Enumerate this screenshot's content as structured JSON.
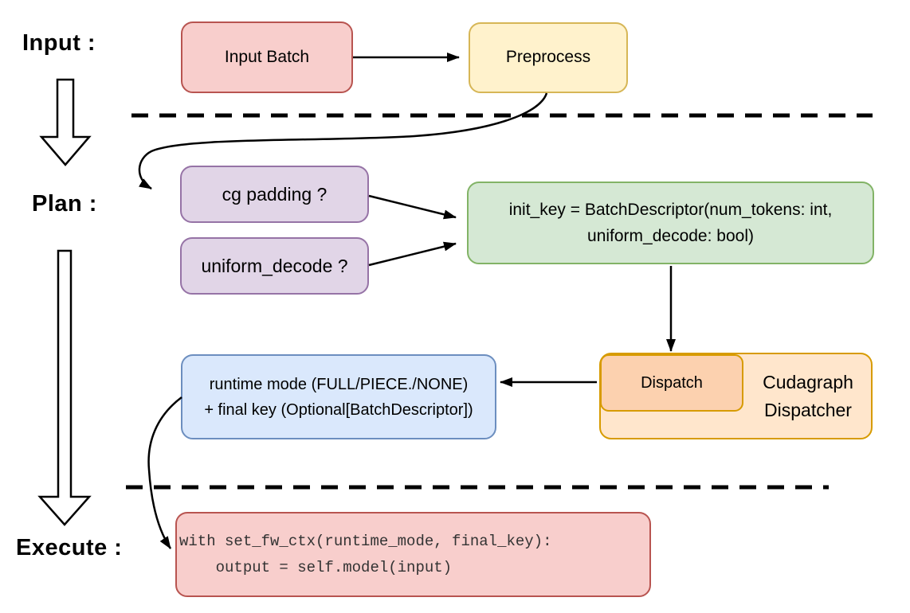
{
  "stages": {
    "input": "Input :",
    "plan": "Plan :",
    "execute": "Execute :"
  },
  "nodes": {
    "input_batch": {
      "label": "Input Batch",
      "fill": "#f8cecc",
      "stroke": "#b85450"
    },
    "preprocess": {
      "label": "Preprocess",
      "fill": "#fff2cc",
      "stroke": "#d6b656"
    },
    "cg_padding": {
      "label": "cg padding ?",
      "fill": "#e1d5e7",
      "stroke": "#9673a6"
    },
    "uniform_decode": {
      "label": "uniform_decode ?",
      "fill": "#e1d5e7",
      "stroke": "#9673a6"
    },
    "init_key": {
      "line1": "init_key = BatchDescriptor(num_tokens: int,",
      "line2": "uniform_decode: bool)",
      "fill": "#d5e8d4",
      "stroke": "#82b366"
    },
    "dispatch": {
      "label": "Dispatch",
      "fill": "#fcd1af",
      "stroke": "#d79b00"
    },
    "cudagraph_dispatcher": {
      "line1": "Cudagraph",
      "line2": "Dispatcher",
      "fill": "#ffe6cc",
      "stroke": "#d79b00"
    },
    "runtime_mode": {
      "line1": "runtime mode (FULL/PIECE./NONE)",
      "line2": "+ final key (Optional[BatchDescriptor])",
      "fill": "#dae8fc",
      "stroke": "#6c8ebf"
    },
    "execute_code": {
      "code": "with set_fw_ctx(runtime_mode, final_key):\n    output = self.model(input)",
      "fill": "#f8cecc",
      "stroke": "#b85450"
    }
  },
  "edges": [
    {
      "from": "input-batch",
      "to": "preprocess"
    },
    {
      "from": "preprocess",
      "to": "cg-padding"
    },
    {
      "from": "cg-padding",
      "to": "init-key"
    },
    {
      "from": "uniform-decode",
      "to": "init-key"
    },
    {
      "from": "init-key",
      "to": "dispatch"
    },
    {
      "from": "dispatch",
      "to": "runtime-mode"
    },
    {
      "from": "runtime-mode",
      "to": "execute-code"
    },
    {
      "from": "stage-input",
      "to": "stage-plan"
    },
    {
      "from": "stage-plan",
      "to": "stage-execute"
    }
  ],
  "separators": {
    "count": 2,
    "style": "dashed-black"
  }
}
